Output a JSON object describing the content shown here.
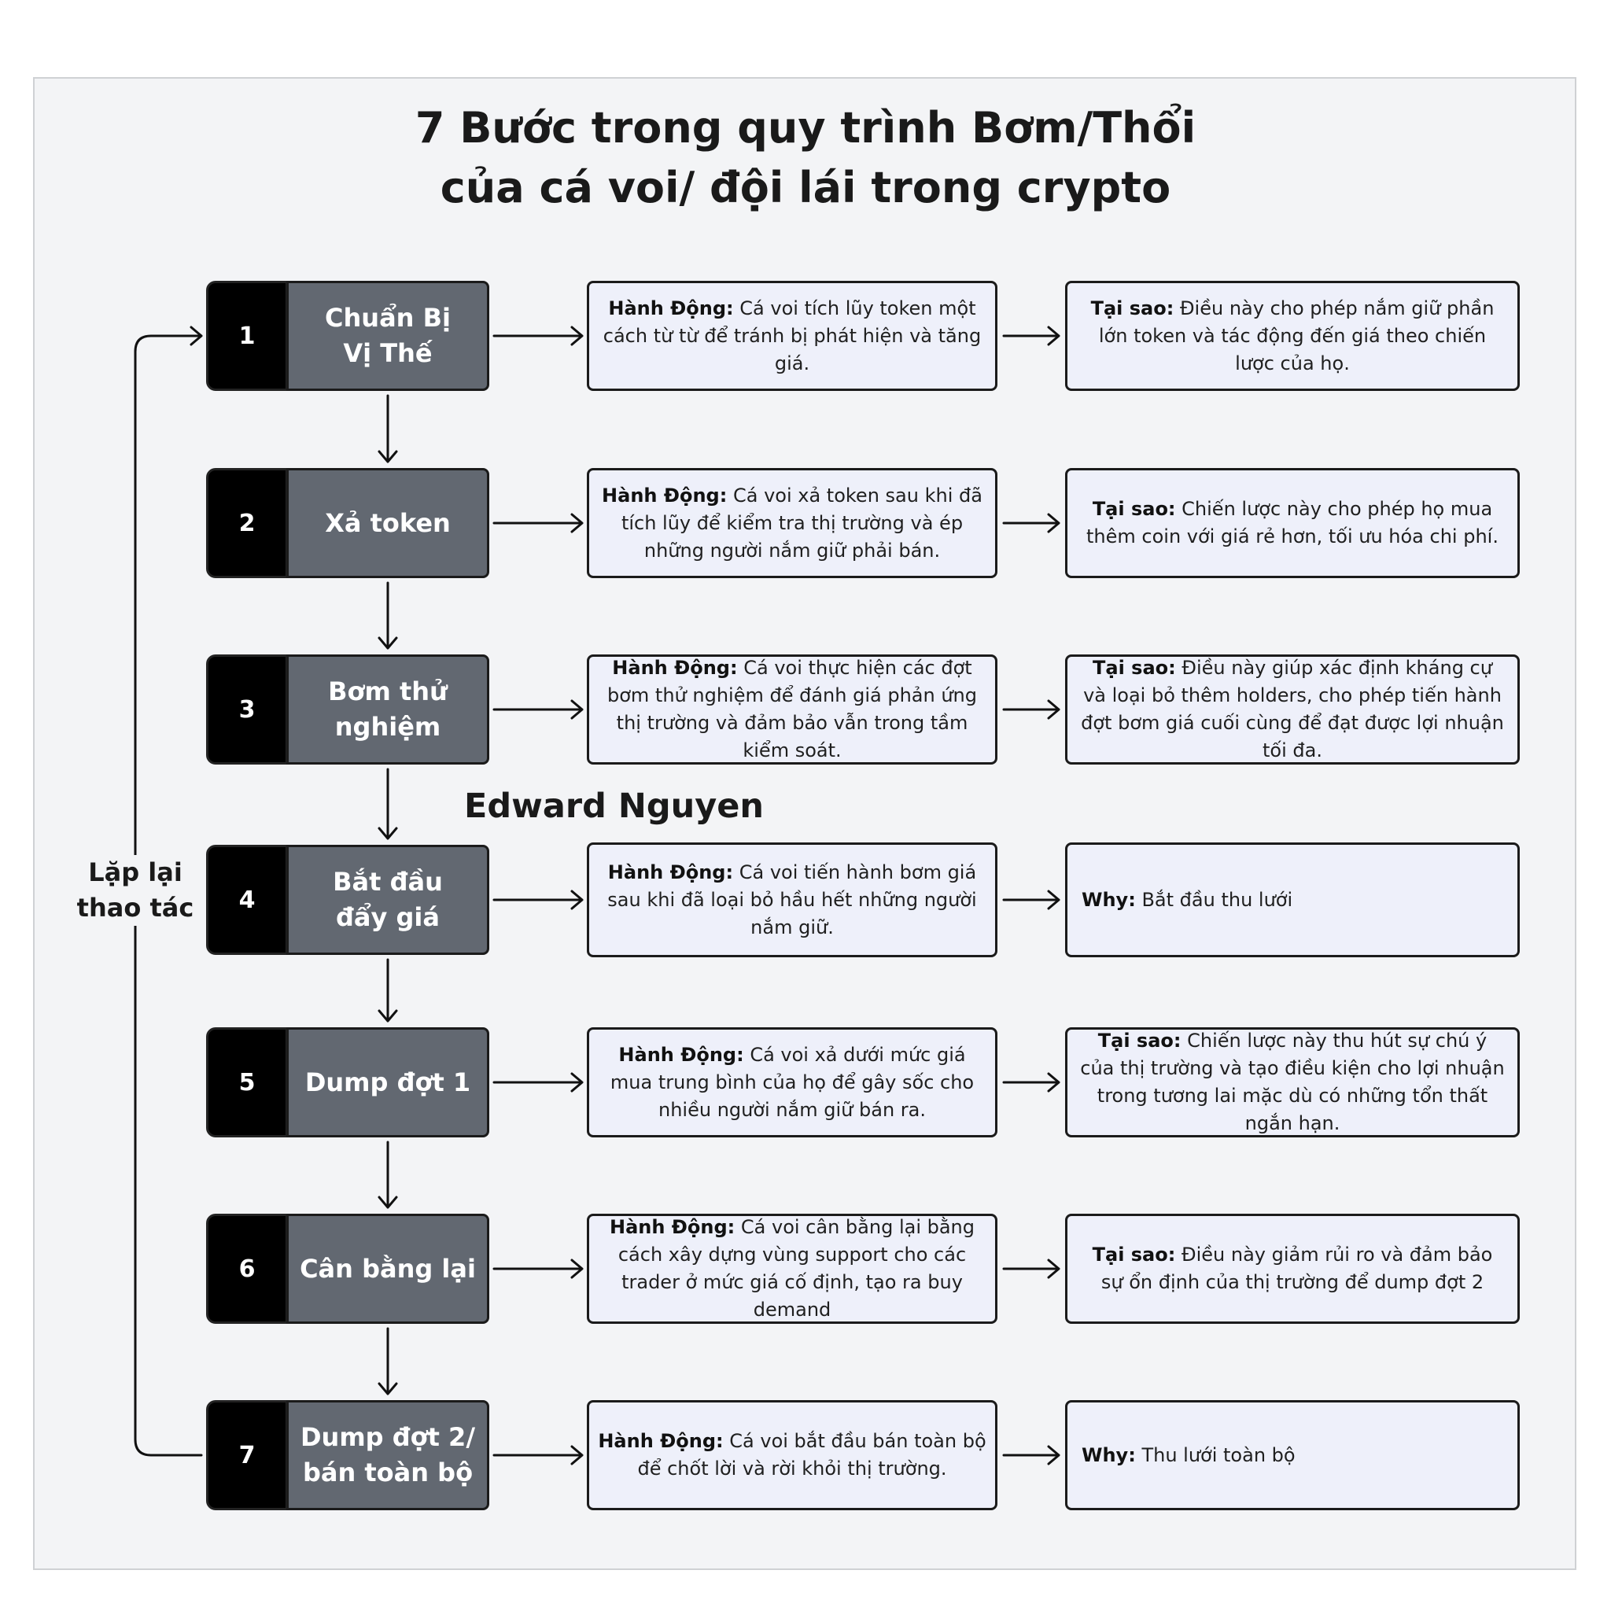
{
  "title": {
    "line1": "7 Bước trong quy trình Bơm/Thổi",
    "line2": "của cá voi/ đội lái trong crypto"
  },
  "loop_label": "Lặp lại thao tác",
  "author": "Edward Nguyen",
  "steps": [
    {
      "number": "1",
      "name": "Chuẩn Bị\nVị Thế",
      "action_label": "Hành Động:",
      "action_text": "Cá voi tích lũy token một cách từ từ để tránh bị phát hiện và tăng giá.",
      "why_label": "Tại sao:",
      "why_text": "Điều này cho phép nắm giữ phần lớn token và tác động đến giá theo chiến lược của họ."
    },
    {
      "number": "2",
      "name": "Xả token",
      "action_label": "Hành Động:",
      "action_text": "Cá voi xả token sau khi đã tích lũy để kiểm tra thị trường và ép những người nắm giữ phải bán.",
      "why_label": "Tại sao:",
      "why_text": "Chiến lược này cho phép họ mua thêm coin với giá rẻ hơn, tối ưu hóa chi phí."
    },
    {
      "number": "3",
      "name": "Bơm thử\nnghiệm",
      "action_label": "Hành Động:",
      "action_text": "Cá voi thực hiện các đợt bơm thử nghiệm để đánh giá phản ứng thị trường và đảm bảo vẫn trong tầm kiểm soát.",
      "why_label": "Tại sao:",
      "why_text": "Điều này giúp xác định kháng cự và loại bỏ thêm holders, cho phép tiến hành đợt bơm giá cuối cùng để đạt được lợi nhuận tối đa."
    },
    {
      "number": "4",
      "name": "Bắt đầu\nđẩy giá",
      "action_label": "Hành Động:",
      "action_text": "Cá voi tiến hành bơm giá sau khi đã loại bỏ hầu hết những người nắm giữ.",
      "why_label": "Why:",
      "why_text": "Bắt đầu thu lưới"
    },
    {
      "number": "5",
      "name": "Dump đợt 1",
      "action_label": "Hành Động:",
      "action_text": "Cá voi xả dưới mức giá mua trung bình của họ để gây sốc cho nhiều người nắm giữ bán ra.",
      "why_label": "Tại sao:",
      "why_text": "Chiến lược này thu hút sự chú ý của thị trường và tạo điều kiện cho lợi nhuận trong tương lai mặc dù có những tổn thất ngắn hạn."
    },
    {
      "number": "6",
      "name": "Cân bằng lại",
      "action_label": "Hành Động:",
      "action_text": "Cá voi cân bằng lại bằng cách xây dựng vùng support cho các trader ở mức giá cố định, tạo ra buy demand",
      "why_label": "Tại sao:",
      "why_text": "Điều này giảm rủi ro và đảm bảo sự ổn định của thị trường để dump đợt 2"
    },
    {
      "number": "7",
      "name": "Dump đợt 2/\nbán toàn bộ",
      "action_label": "Hành Động:",
      "action_text": "Cá voi bắt đầu bán toàn bộ để chốt lời và rời khỏi thị trường.",
      "why_label": "Why:",
      "why_text": "Thu lưới toàn bộ"
    }
  ]
}
